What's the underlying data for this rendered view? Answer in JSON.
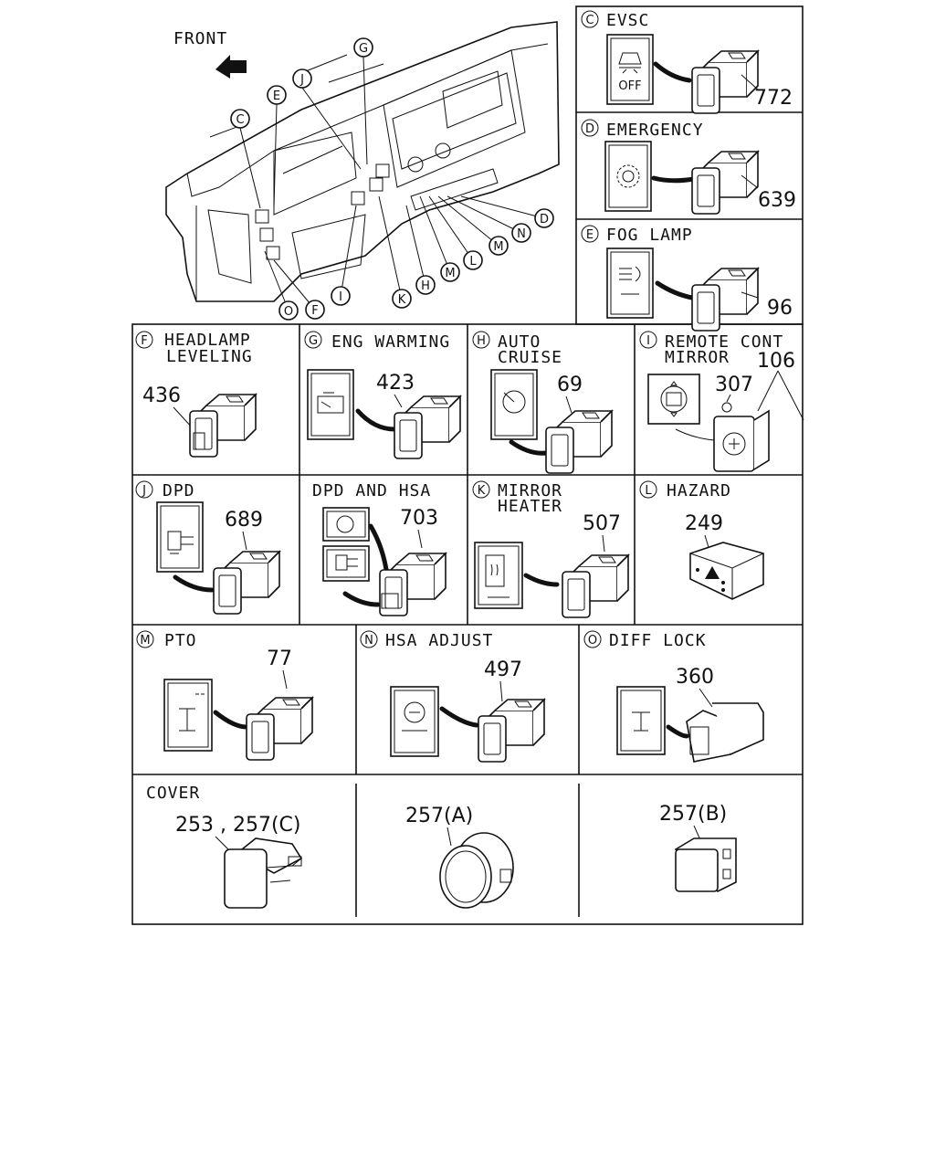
{
  "overview": {
    "front_label": "FRONT",
    "callouts": [
      "C",
      "E",
      "J",
      "G",
      "D",
      "N",
      "M",
      "L",
      "M",
      "H",
      "K",
      "I",
      "F",
      "O"
    ]
  },
  "panels": [
    {
      "id": "evsc",
      "letter": "C",
      "title": "EVSC",
      "part": "772",
      "icon_name": "evsc-off-icon",
      "icon_text": "OFF"
    },
    {
      "id": "emergency",
      "letter": "D",
      "title": "EMERGENCY",
      "part": "639",
      "icon_name": "emergency-gear-icon"
    },
    {
      "id": "fog",
      "letter": "E",
      "title": "FOG LAMP",
      "part": "96",
      "icon_name": "fog-lamp-icon"
    },
    {
      "id": "headlamp",
      "letter": "F",
      "title": "HEADLAMP",
      "title2": "LEVELING",
      "part": "436",
      "icon_name": "headlamp-leveling-icon"
    },
    {
      "id": "engwarm",
      "letter": "G",
      "title": "ENG WARMING",
      "part": "423",
      "icon_name": "engine-warming-icon"
    },
    {
      "id": "autocruise",
      "letter": "H",
      "title": "AUTO",
      "title2": "CRUISE",
      "part": "69",
      "icon_name": "speedometer-icon"
    },
    {
      "id": "mirror",
      "letter": "I",
      "title": "REMOTE CONT",
      "title2": "MIRROR",
      "part": "106",
      "part2": "307",
      "icon_name": "mirror-control-icon"
    },
    {
      "id": "dpd",
      "letter": "J",
      "title": "DPD",
      "part": "689",
      "icon_name": "dpd-filter-icon"
    },
    {
      "id": "dpdhsa",
      "letter": "",
      "title": "DPD AND HSA",
      "part": "703",
      "icon_name": "dpd-hsa-icon"
    },
    {
      "id": "mirrorheater",
      "letter": "K",
      "title": "MIRROR",
      "title2": "HEATER",
      "part": "507",
      "icon_name": "mirror-heater-icon"
    },
    {
      "id": "hazard",
      "letter": "L",
      "title": "HAZARD",
      "part": "249",
      "icon_name": "hazard-triangle-icon"
    },
    {
      "id": "pto",
      "letter": "M",
      "title": "PTO",
      "part": "77",
      "icon_name": "pto-icon"
    },
    {
      "id": "hsaadjust",
      "letter": "N",
      "title": "HSA ADJUST",
      "part": "497",
      "icon_name": "hsa-icon"
    },
    {
      "id": "difflock",
      "letter": "O",
      "title": "DIFF LOCK",
      "part": "360",
      "icon_name": "diff-lock-icon"
    }
  ],
  "cover": {
    "title": "COVER",
    "part_a_label": "253 , 257(C)",
    "part_b_label": "257(A)",
    "part_c_label": "257(B)"
  }
}
